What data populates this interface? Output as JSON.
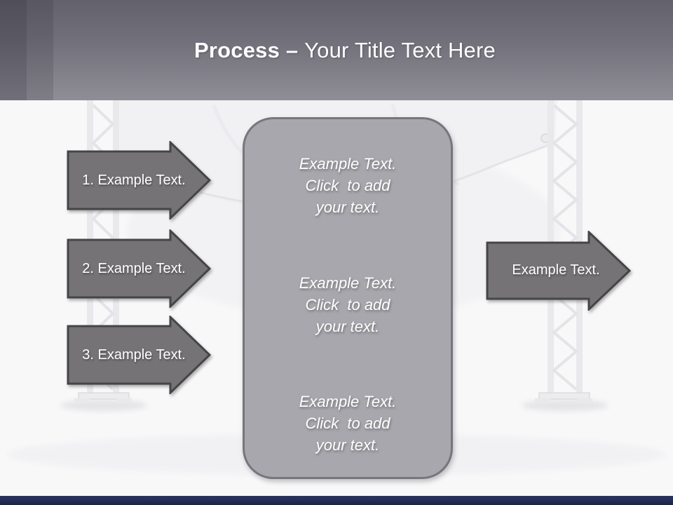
{
  "slide": {
    "title": {
      "bold": "Process",
      "separator": " – ",
      "rest": "Your Title Text Here"
    },
    "left_arrows": [
      {
        "label": "1. Example Text."
      },
      {
        "label": "2. Example Text."
      },
      {
        "label": "3. Example Text."
      }
    ],
    "right_arrow": {
      "label": "Example Text."
    },
    "panel": {
      "blocks": [
        {
          "line1": "Example Text.",
          "line2": "Click  to add",
          "line3": "your text."
        },
        {
          "line1": "Example Text.",
          "line2": "Click  to add",
          "line3": "your text."
        },
        {
          "line1": "Example Text.",
          "line2": "Click  to add",
          "line3": "your text."
        }
      ]
    },
    "colors": {
      "header_top": "#63616c",
      "header_bottom": "#8f8e96",
      "arrow_fill": "#757376",
      "arrow_border": "#454547",
      "panel_fill": "#a8a7ad",
      "panel_border": "#77767c",
      "footer_navy": "#242d52",
      "background": "#f8f8f9",
      "text_white": "#ffffff"
    }
  }
}
